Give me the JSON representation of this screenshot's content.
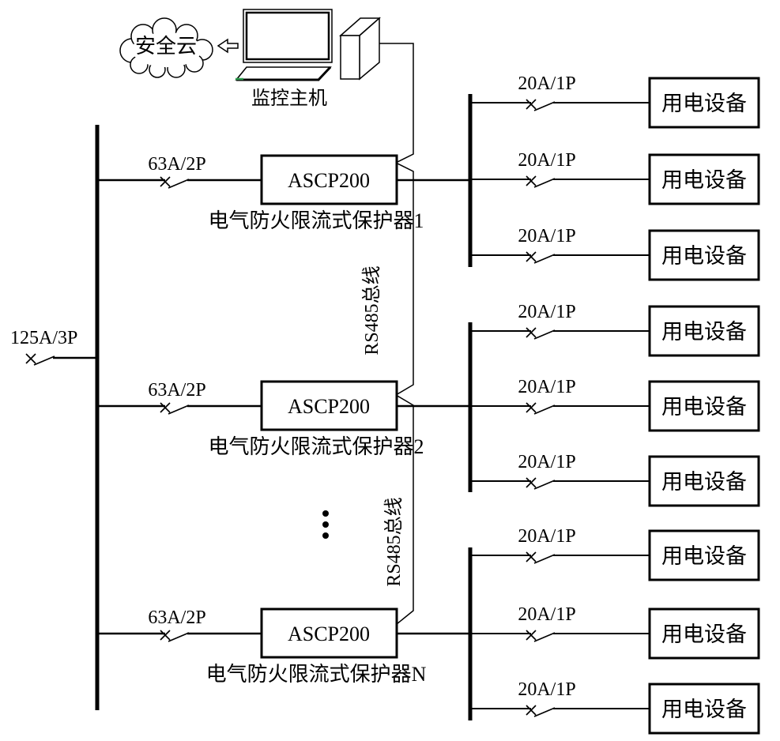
{
  "cloud": {
    "label": "安全云"
  },
  "host": {
    "label": "监控主机"
  },
  "rs485": {
    "label": "RS485总线"
  },
  "main_breaker": {
    "label": "125A/3P"
  },
  "feeders": {
    "breaker_label": "63A/2P",
    "model": "ASCP200",
    "names": [
      "电气防火限流式保护器1",
      "电气防火限流式保护器2",
      "电气防火限流式保护器N"
    ]
  },
  "branches": {
    "breaker_label": "20A/1P",
    "device_label": "用电设备"
  },
  "colors": {
    "line": "#000000",
    "background": "#ffffff",
    "keyboard_accent": "#2e9e4f"
  }
}
